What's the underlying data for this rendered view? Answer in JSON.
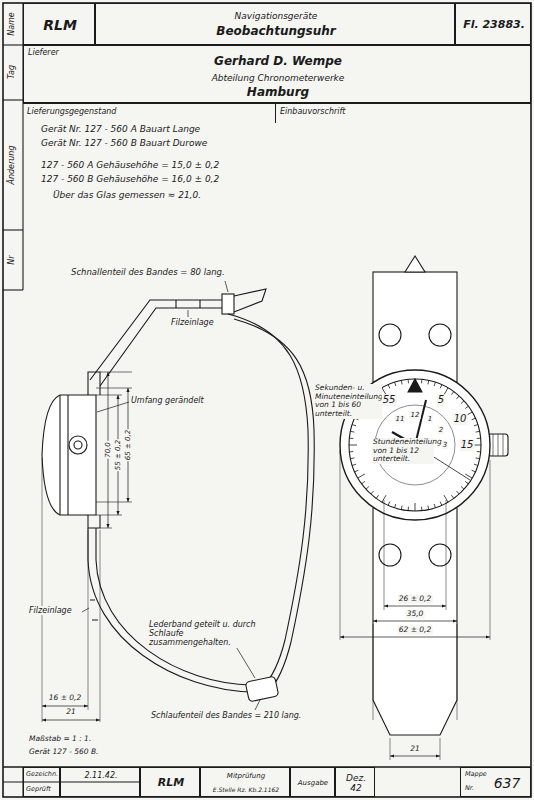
{
  "diagram": {
    "nodes": [
      {
        "text": [
          "RLM"
        ]
      },
      {
        "text": [
          "Navigationsgeräte",
          "Beobachtungsuhr"
        ]
      },
      {
        "text": [
          "Fl. 23883."
        ]
      },
      {
        "text": [
          "Lieferer",
          "Gerhard D. Wempe",
          "Abteilung Chronometerwerke",
          "Hamburg"
        ]
      },
      {
        "text": [
          "Lieferungsgegenstand",
          "Gerät Nr. 127 - 560 A Bauart Lange",
          "Gerät Nr. 127 - 560 B Bauart Durowe",
          "127 - 560 A Gehäusehöhe = 15,0 ± 0,2",
          "127 - 560 B Gehäusehöhe = 16,0 ± 0,2",
          "Über das Glas gemessen ≈ 21,0."
        ]
      },
      {
        "text": [
          "Einbauvorschrift"
        ]
      },
      {
        "text": [
          "Gezeichn.",
          "Geprüft"
        ]
      },
      {
        "text": [
          "2.11.42."
        ]
      },
      {
        "text": [
          "RLM"
        ]
      },
      {
        "text": [
          "Mitprüfung",
          "E.Stelle Rz. Kb.2.1162"
        ]
      },
      {
        "text": [
          "Ausgabe"
        ]
      },
      {
        "text": [
          "Dez. 42"
        ]
      },
      {
        "text": [
          "Mappe",
          "Nr.",
          "637"
        ]
      }
    ],
    "labels": [
      "Name",
      "Tag",
      "Änderung",
      "Nr",
      "Schnallenteil des Bandes = 80 lang.",
      "Filzeinlage",
      "Umfang gerändelt",
      "70,0",
      "55 ± 0,2",
      "65 ± 0,2",
      "16 ± 0,2",
      "21",
      "Filzeinlage",
      "Lederband geteilt u. durch Schlaufe zusammengehalten.",
      "Schlaufenteil des Bandes = 210 lang.",
      "Maßstab = 1 : 1.",
      "Gerät 127 - 560 B.",
      "Sekunden- u. Minuteneinteilung von 1 bis 60 unterteilt.",
      "Stundeneinteilung von 1 bis 12 unterteilt.",
      "55",
      "5",
      "10",
      "15",
      "11",
      "12",
      "1",
      "2",
      "3",
      "26 ± 0,2",
      "35,0",
      "62 ± 0,2",
      "21"
    ]
  }
}
